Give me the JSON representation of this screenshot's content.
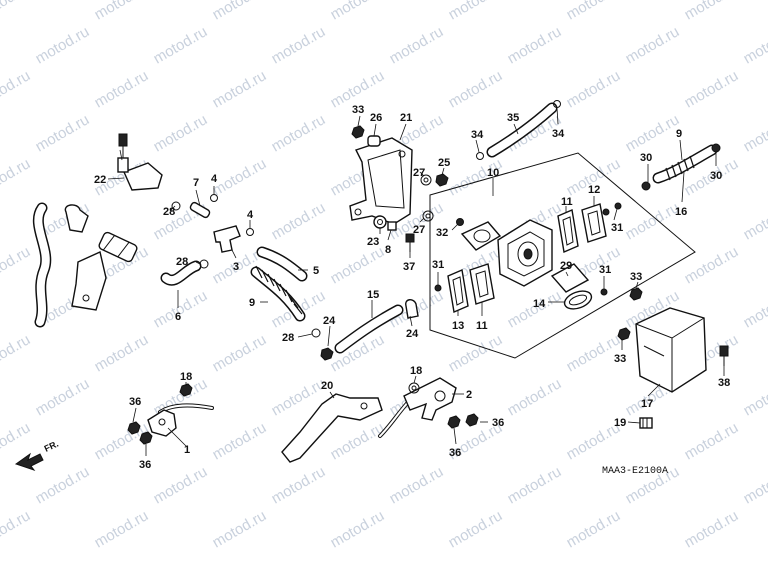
{
  "watermark": "motod.ru",
  "diagram_code": "MAA3-E2100A",
  "front_arrow_label": "FR.",
  "callouts": {
    "c1": "1",
    "c2": "2",
    "c3": "3",
    "c4a": "4",
    "c4b": "4",
    "c5": "5",
    "c6": "6",
    "c7": "7",
    "c8": "8",
    "c9a": "9",
    "c9b": "9",
    "c10": "10",
    "c11a": "11",
    "c11b": "11",
    "c12": "12",
    "c13": "13",
    "c14": "14",
    "c15": "15",
    "c16": "16",
    "c17": "17",
    "c18a": "18",
    "c18b": "18",
    "c19": "19",
    "c20": "20",
    "c21": "21",
    "c22": "22",
    "c23": "23",
    "c24a": "24",
    "c24b": "24",
    "c25": "25",
    "c26": "26",
    "c27a": "27",
    "c27b": "27",
    "c28a": "28",
    "c28b": "28",
    "c28c": "28",
    "c29": "29",
    "c30a": "30",
    "c30b": "30",
    "c31a": "31",
    "c31b": "31",
    "c31c": "31",
    "c32": "32",
    "c33a": "33",
    "c33b": "33",
    "c33c": "33",
    "c34a": "34",
    "c34b": "34",
    "c35": "35",
    "c36a": "36",
    "c36b": "36",
    "c36c": "36",
    "c36d": "36",
    "c37": "37",
    "c38": "38"
  }
}
